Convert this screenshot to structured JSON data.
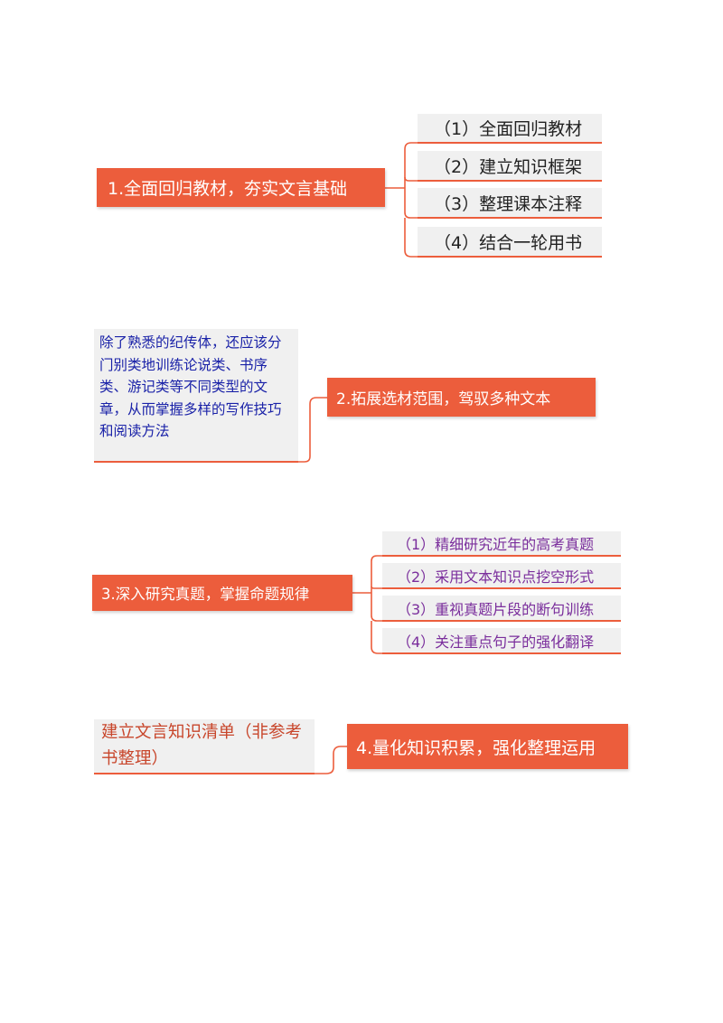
{
  "colors": {
    "accent": "#ec5d3c",
    "sub_bg": "#f0f0f0",
    "note_blue": "#1a22a8",
    "sub_purple": "#7a2e9c",
    "note_red": "#c8462b"
  },
  "groups": [
    {
      "main": "1.全面回归教材，夯实文言基础",
      "subs": [
        "（1）全面回归教材",
        "（2）建立知识框架",
        "（3）整理课本注释",
        "（4）结合一轮用书"
      ]
    },
    {
      "main": "2.拓展选材范围，驾驭多种文本",
      "note": "除了熟悉的纪传体，还应该分门别类地训练论说类、书序类、游记类等不同类型的文章，从而掌握多样的写作技巧和阅读方法"
    },
    {
      "main": "3.深入研究真题，掌握命题规律",
      "subs": [
        "（1）精细研究近年的高考真题",
        "（2）采用文本知识点挖空形式",
        "（3）重视真题片段的断句训练",
        "（4）关注重点句子的强化翻译"
      ]
    },
    {
      "main": "4.量化知识积累，强化整理运用",
      "note": "建立文言知识清单（非参考书整理）"
    }
  ]
}
